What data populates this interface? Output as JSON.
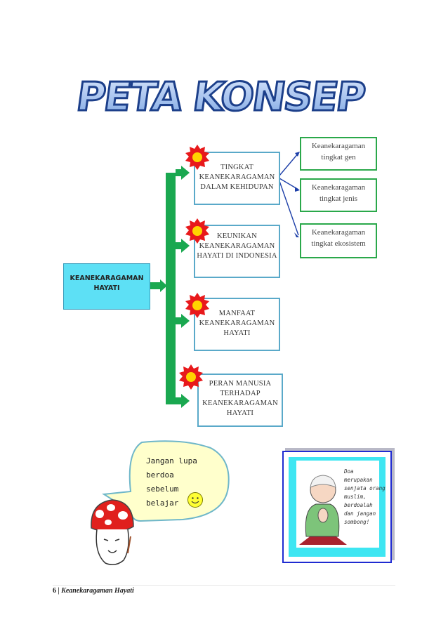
{
  "title": "PETA KONSEP",
  "root": {
    "label": "KEANEKARAGAMAN HAYATI"
  },
  "topics": [
    {
      "label": "TINGKAT KEANEKARAGAMAN DALAM KEHIDUPAN"
    },
    {
      "label": "KEUNIKAN KEANEKARAGAMAN HAYATI DI INDONESIA"
    },
    {
      "label": "MANFAAT KEANEKARAGAMAN HAYATI"
    },
    {
      "label": "PERAN MANUSIA TERHADAP KEANEKARAGAMAN HAYATI"
    }
  ],
  "levels": [
    {
      "label": "Keanekaragaman tingkat gen"
    },
    {
      "label": "Keanekaragaman tingkat jenis"
    },
    {
      "label": "Keanekaragaman tingkat ekosistem"
    }
  ],
  "bubble": {
    "lines": [
      "Jangan lupa",
      "berdoa",
      "sebelum",
      "belajar"
    ]
  },
  "poster": {
    "lines": [
      "Doa",
      "merupakan",
      "senjata orang",
      "muslim,",
      "berdoalah",
      "dan jangan",
      "sombong!"
    ]
  },
  "footer": {
    "page": "6",
    "separator": "|",
    "text": "Keanekaragaman Hayati"
  },
  "colors": {
    "arrow_green": "#1aa850",
    "topic_border": "#5aa9c9",
    "level_border": "#2aa84a",
    "root_fill": "#5de0f5",
    "title_fill": "#a9c6ee",
    "title_stroke": "#1c3f8a"
  }
}
